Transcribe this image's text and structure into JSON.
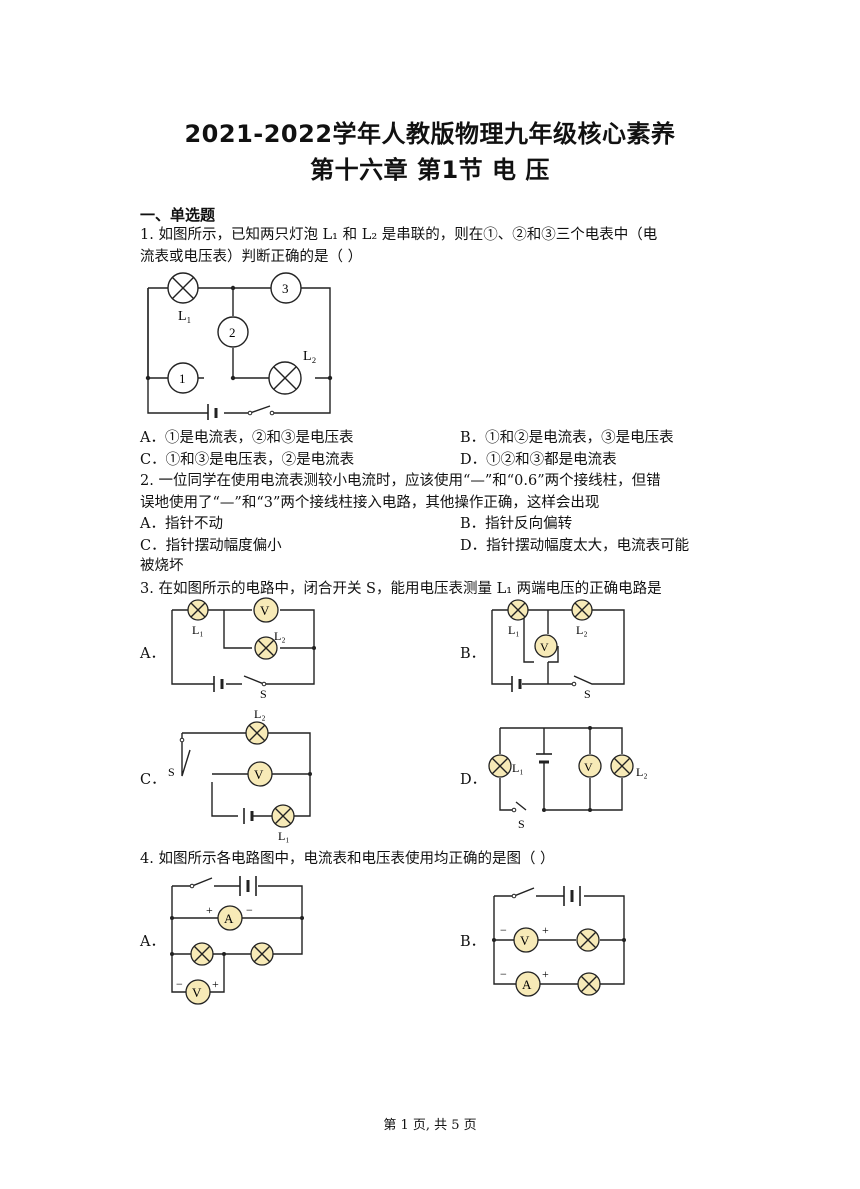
{
  "doc": {
    "title_line1": "2021-2022学年人教版物理九年级核心素养",
    "title_line2": "第十六章 第1节 电 压",
    "section1": "一、单选题",
    "footer": "第 1 页, 共 5 页"
  },
  "q1": {
    "line1": "1.   如图所示，已知两只灯泡 L₁ 和 L₂ 是串联的，则在①、②和③三个电表中（电",
    "line2": "流表或电压表）判断正确的是（        ）",
    "fig": {
      "m1": "1",
      "m2": "2",
      "m3": "3",
      "lamp1": "L₁",
      "lamp2": "L₂"
    },
    "optA": "A．①是电流表，②和③是电压表",
    "optB": "B．①和②是电流表，③是电压表",
    "optC": "C．①和③是电压表，②是电流表",
    "optD": "D．①②和③都是电流表"
  },
  "q2": {
    "line1": "2.   一位同学在使用电流表测较小电流时，应该使用“—”和“0.6”两个接线柱，但错",
    "line2": "误地使用了“—”和“3”两个接线柱接入电路，其他操作正确，这样会出现",
    "optA": "A．指针不动",
    "optB": "B．指针反向偏转",
    "optC": "C．指针摆动幅度偏小",
    "optD1": "D．指针摆动幅度太大，电流表可能",
    "optD2": "被烧坏"
  },
  "q3": {
    "line1": "3.   在如图所示的电路中，闭合开关 S，能用电压表测量 L₁ 两端电压的正确电路是",
    "labelA": "A．",
    "labelB": "B．",
    "labelC": "C．",
    "labelD": "D．",
    "fig": {
      "V": "V",
      "S": "S",
      "L1": "L₁",
      "L2": "L₂"
    }
  },
  "q4": {
    "line1": "4.   如图所示各电路图中，电流表和电压表使用均正确的是图（        ）",
    "labelA": "A．",
    "labelB": "B．",
    "fig": {
      "A": "A",
      "V": "V",
      "plus": "+",
      "minus": "−"
    }
  }
}
